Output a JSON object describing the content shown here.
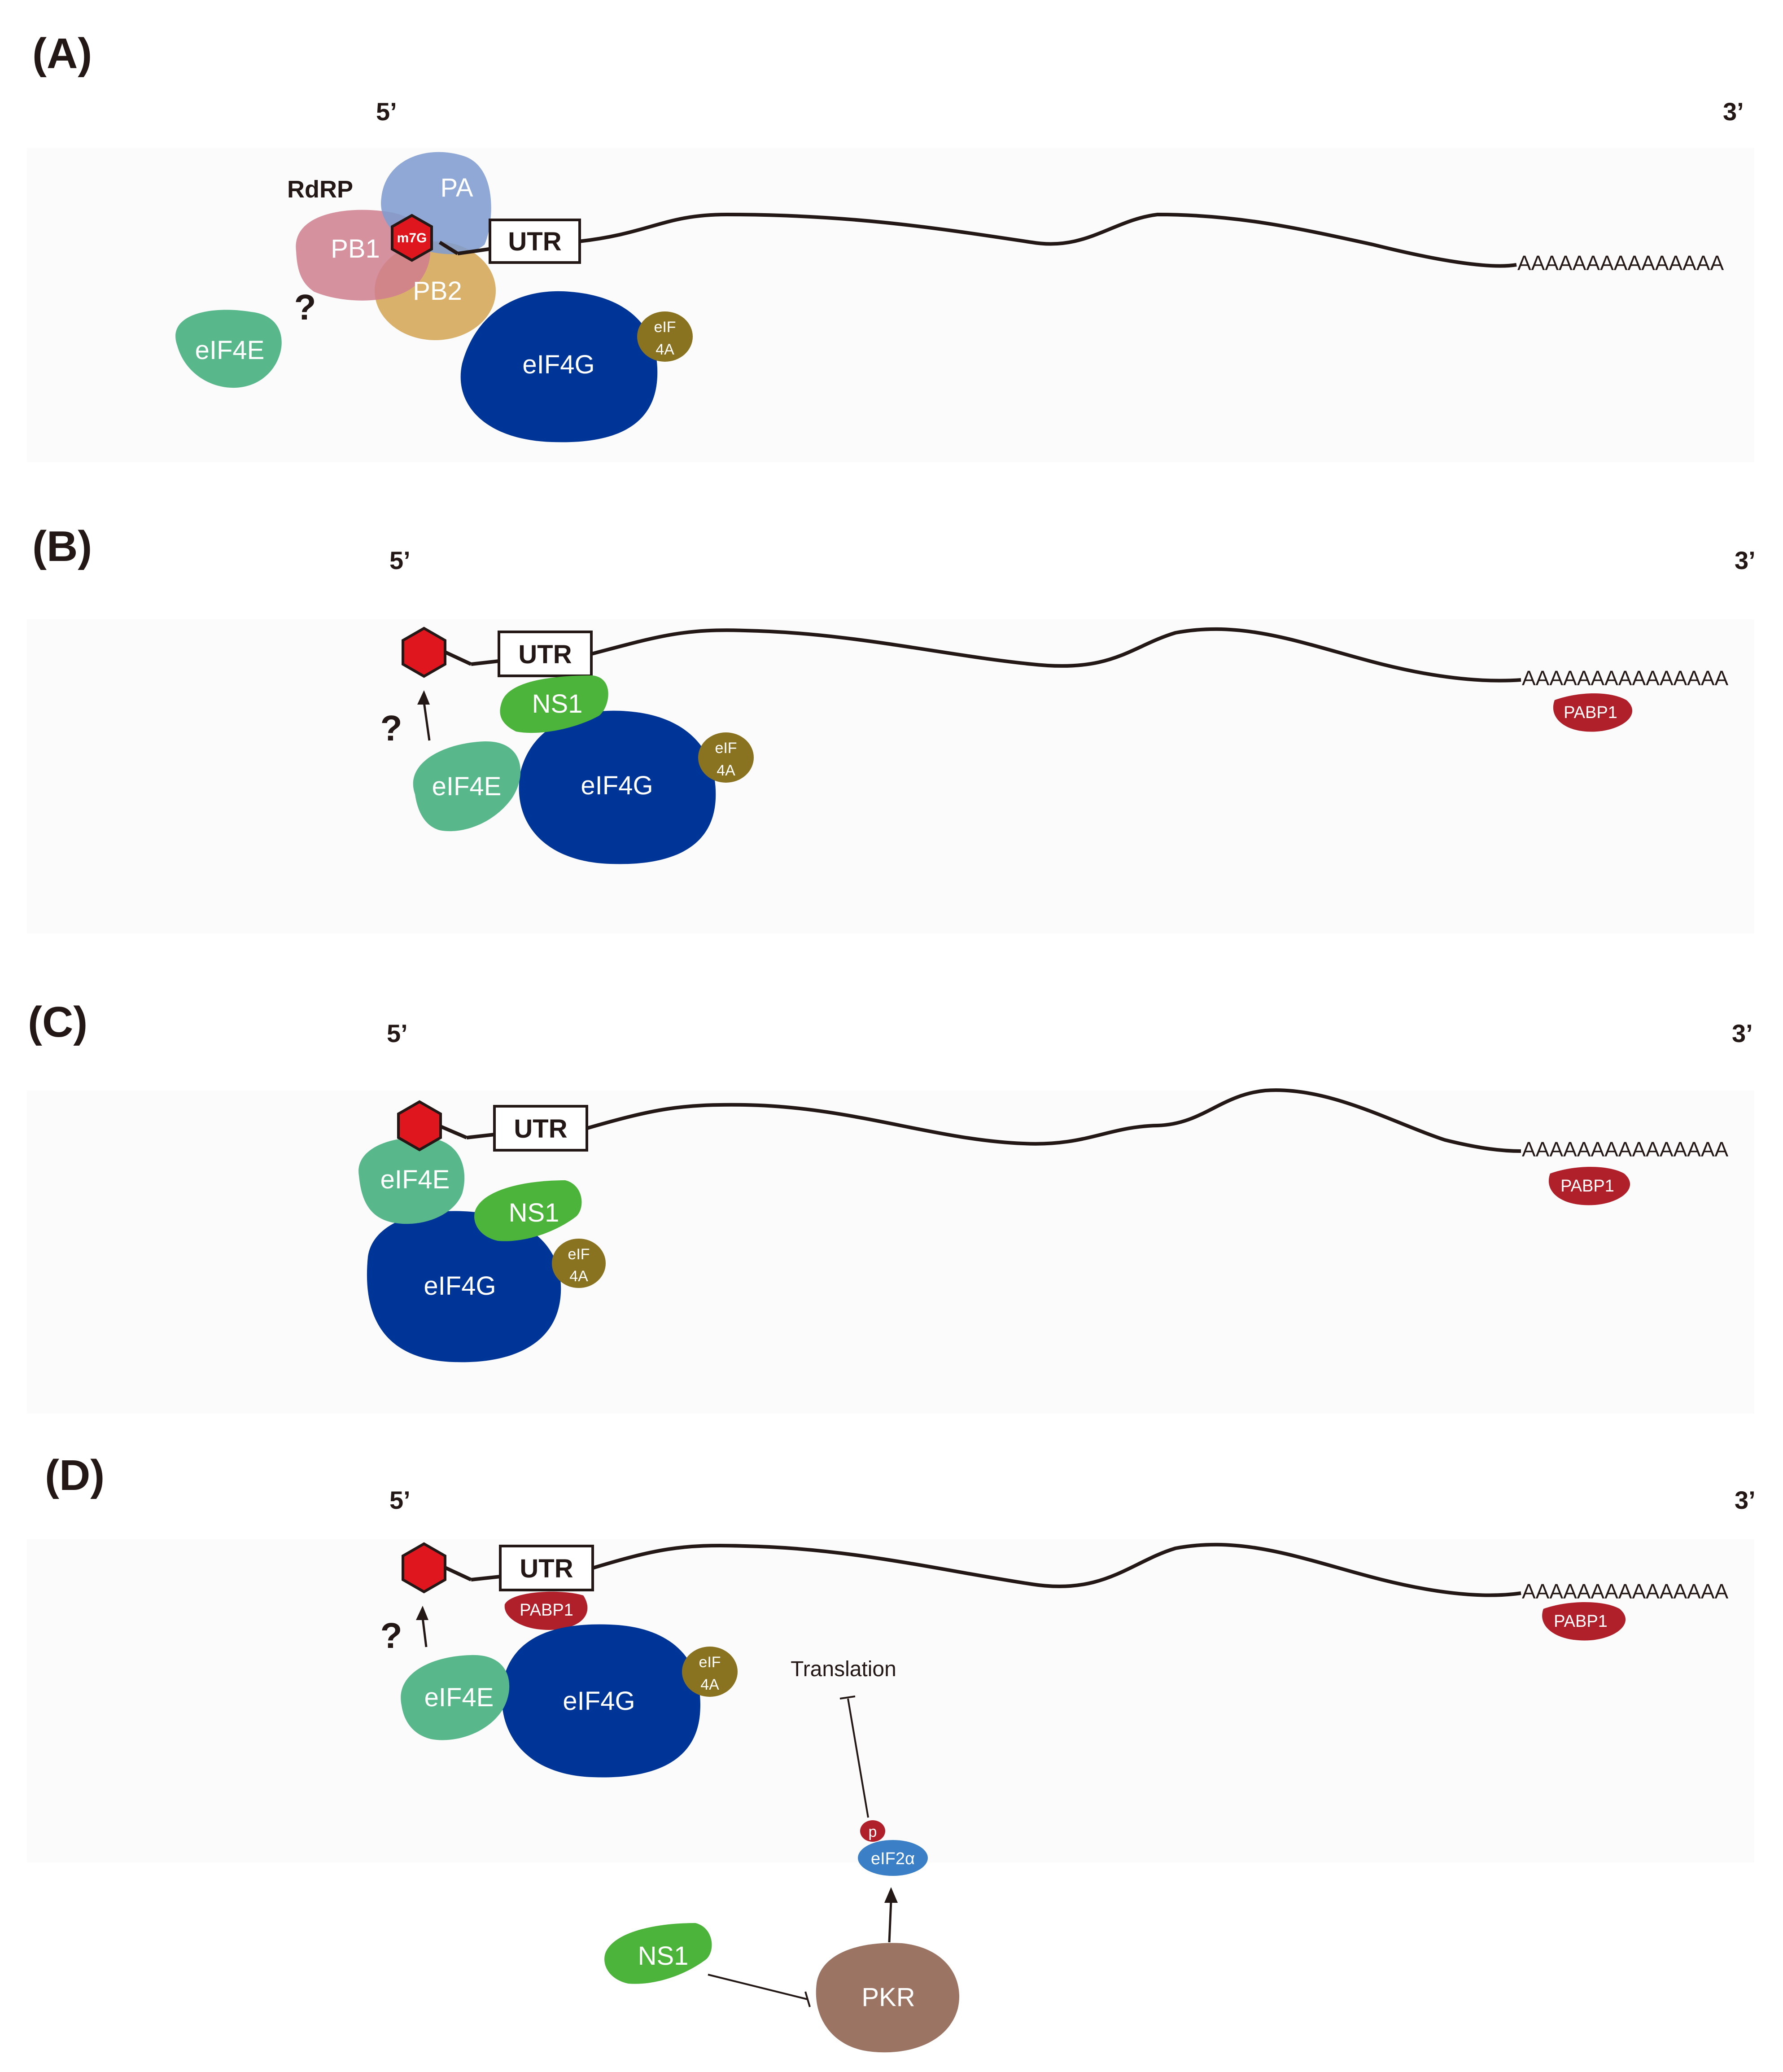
{
  "panels": [
    {
      "label": "(A)",
      "five": "5’",
      "three": "3’",
      "utr": "UTR",
      "polyA": "AAAAAAAAAAAAAAA",
      "rdrp": "RdRP",
      "pa": "PA",
      "pb1": "PB1",
      "pb2": "PB2",
      "cap": "m7G",
      "question": "?",
      "eif4e": "eIF4E",
      "eif4g": "eIF4G",
      "eif4a_1": "eIF",
      "eif4a_2": "4A"
    },
    {
      "label": "(B)",
      "five": "5’",
      "three": "3’",
      "utr": "UTR",
      "polyA": "AAAAAAAAAAAAAAA",
      "pabp1": "PABP1",
      "ns1": "NS1",
      "question": "?",
      "eif4e": "eIF4E",
      "eif4g": "eIF4G",
      "eif4a_1": "eIF",
      "eif4a_2": "4A"
    },
    {
      "label": "(C)",
      "five": "5’",
      "three": "3’",
      "utr": "UTR",
      "polyA": "AAAAAAAAAAAAAAA",
      "pabp1": "PABP1",
      "ns1": "NS1",
      "eif4e": "eIF4E",
      "eif4g": "eIF4G",
      "eif4a_1": "eIF",
      "eif4a_2": "4A"
    },
    {
      "label": "(D)",
      "five": "5’",
      "three": "3’",
      "utr": "UTR",
      "polyA": "AAAAAAAAAAAAAAA",
      "pabp1_cap": "PABP1",
      "pabp1_tail": "PABP1",
      "question": "?",
      "eif4e": "eIF4E",
      "eif4g": "eIF4G",
      "eif4a_1": "eIF",
      "eif4a_2": "4A",
      "translation": "Translation",
      "p": "p",
      "eif2a": "eIF2α",
      "ns1": "NS1",
      "pkr": "PKR"
    }
  ],
  "colors": {
    "text": "#231815",
    "cap_red": "#e0161f",
    "eif4e": "#58b88c",
    "eif4g": "#003598",
    "eif4a": "#8a7320",
    "ns1": "#4cb43a",
    "pabp1": "#b0202a",
    "pa": "#7f9ccf",
    "pb1": "#cf7e8e",
    "pb2": "#d6a95a",
    "pkr": "#9b7464",
    "eif2a": "#3b80c6"
  }
}
